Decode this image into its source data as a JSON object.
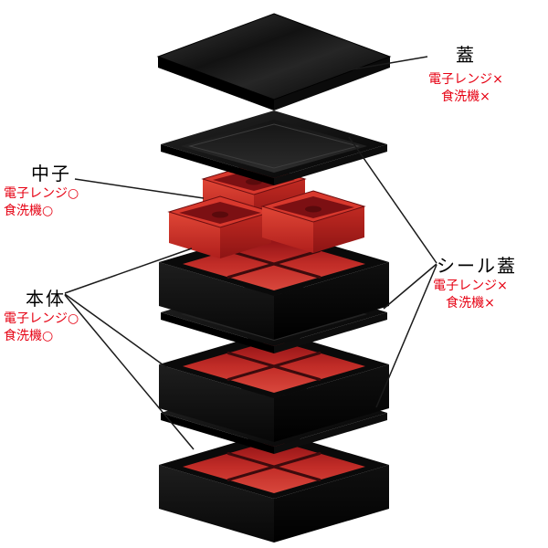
{
  "background": "#ffffff",
  "palette": {
    "label_text": "#000000",
    "note_text": "#e60012",
    "leader_line": "#1a1a1a",
    "box_black": "#0b0b0b",
    "interior_red": "#c12c27",
    "cup_red": "#d8382d"
  },
  "parts": {
    "lid": {
      "label": "蓋",
      "notes": [
        "電子レンジ×",
        "食洗機×"
      ]
    },
    "inner_cups": {
      "label": "中子",
      "notes": [
        "電子レンジ○",
        "食洗機○"
      ]
    },
    "body": {
      "label": "本体",
      "notes": [
        "電子レンジ○",
        "食洗機○"
      ]
    },
    "seal_lid": {
      "label": "シール蓋",
      "notes": [
        "電子レンジ×",
        "食洗機×"
      ]
    }
  }
}
